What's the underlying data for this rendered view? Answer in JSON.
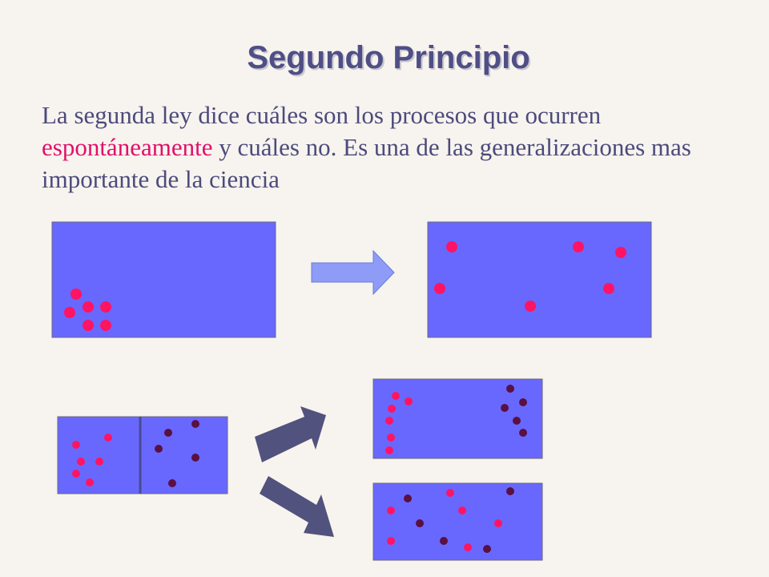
{
  "slide": {
    "title": "Segundo Principio",
    "text_before": "La segunda ley dice cuáles son los procesos que ocurren ",
    "text_highlight": "espontáneamente",
    "text_after": " y cuáles no. Es una de las generalizaciones mas importante de la ciencia"
  },
  "colors": {
    "box_fill": "#6868ff",
    "box_stroke": "#6a6a7a",
    "particle_pink": "#ff1463",
    "particle_dark": "#5a1040",
    "arrow_light": "#8f9cf7",
    "arrow_dark": "#51527d",
    "highlight_text": "#e0106a"
  }
}
